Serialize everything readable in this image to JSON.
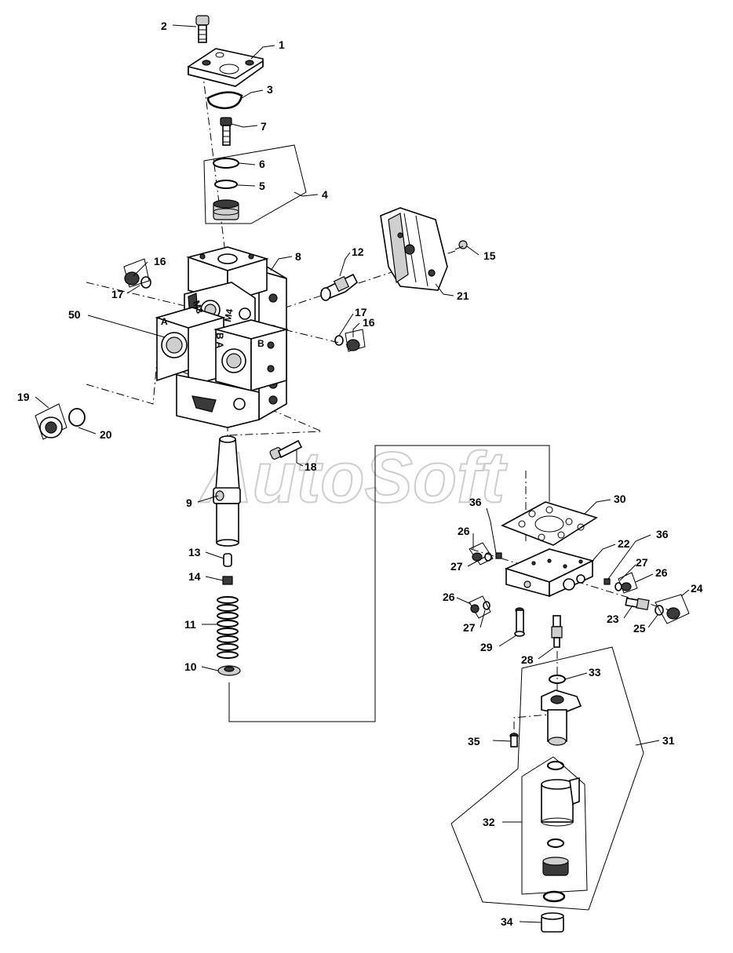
{
  "watermark": "AutoSoft",
  "face_markings": {
    "block_a": "A",
    "block_b": "B",
    "block_ba": "B A",
    "port_m4": "M4",
    "port_m3": "M3"
  },
  "callouts": {
    "c1": "1",
    "c2": "2",
    "c3": "3",
    "c4": "4",
    "c5": "5",
    "c6": "6",
    "c7": "7",
    "c8": "8",
    "c9": "9",
    "c10": "10",
    "c11": "11",
    "c12": "12",
    "c13": "13",
    "c14": "14",
    "c15": "15",
    "c16a": "16",
    "c16b": "16",
    "c17a": "17",
    "c17b": "17",
    "c18": "18",
    "c19": "19",
    "c20": "20",
    "c21": "21",
    "c22": "22",
    "c23": "23",
    "c24": "24",
    "c25": "25",
    "c26a": "26",
    "c26b": "26",
    "c26c": "26",
    "c27a": "27",
    "c27b": "27",
    "c27c": "27",
    "c28": "28",
    "c29": "29",
    "c30": "30",
    "c31": "31",
    "c32": "32",
    "c33": "33",
    "c34": "34",
    "c35": "35",
    "c36a": "36",
    "c36b": "36",
    "c50": "50"
  }
}
